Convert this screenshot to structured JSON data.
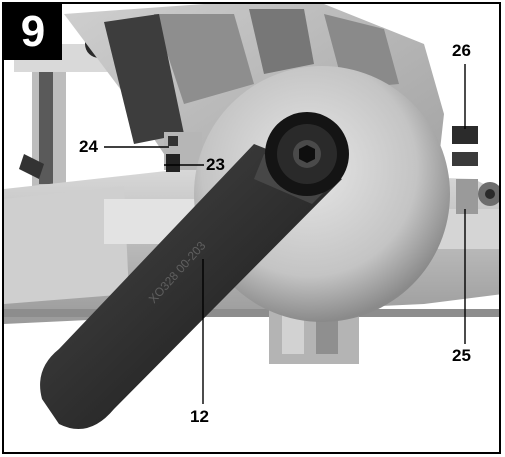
{
  "figure": {
    "number": "9"
  },
  "callouts": {
    "c24": "24",
    "c23": "23",
    "c26": "26",
    "c25": "25",
    "c12": "12"
  },
  "handle": {
    "engraving": "XO328 00-203"
  }
}
